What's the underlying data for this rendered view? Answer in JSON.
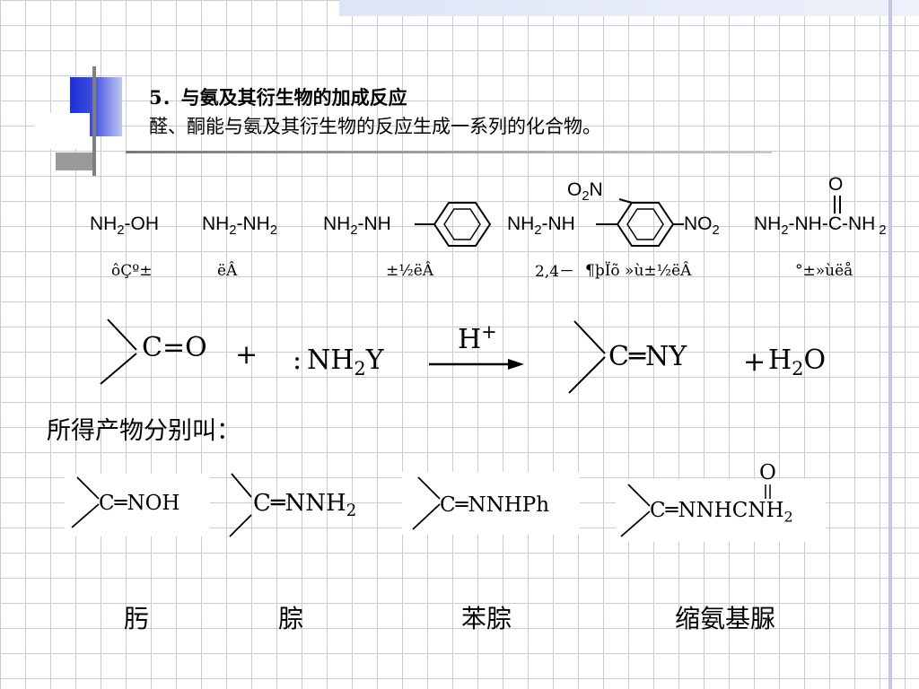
{
  "slide": {
    "heading": "5．与氨及其衍生物的加成反应",
    "subtitle": "醛、酮能与氨及其衍生物的反应生成一系列的化合物。"
  },
  "reagents": [
    {
      "formula": "NH2-OH",
      "label": "ôÇº±"
    },
    {
      "formula": "NH2-NH2",
      "label": "ëÂ"
    },
    {
      "formula": "NH2-NH-C6H5",
      "label": "±½ëÂ"
    },
    {
      "formula": "NH2-NH-C6H3(NO2)2",
      "label_prefix": "2,4－",
      "label": "¶þÏõ »ù±½ëÂ",
      "substituent_top": "O2N",
      "substituent_right": "NO2"
    },
    {
      "formula": "NH2-NH-C(=O)-NH2",
      "label": "°±»ùëå",
      "carbonyl_o": "O"
    }
  ],
  "reaction": {
    "carbonyl": "C=O",
    "plus1": "+",
    "colon": ":",
    "amine": "NH2Y",
    "catalyst": "H+",
    "product": "C═NY",
    "plus2": "+",
    "byproduct": "H2O"
  },
  "products_intro": "所得产物分别叫：",
  "products": [
    {
      "formula": "C═NOH",
      "name": "肟"
    },
    {
      "formula": "C═NNH2",
      "name": "腙"
    },
    {
      "formula": "C═NNHPh",
      "name": "苯腙"
    },
    {
      "formula": "C═NNHCNH2",
      "carbonyl_o": "O",
      "name": "缩氨基脲"
    }
  ]
}
